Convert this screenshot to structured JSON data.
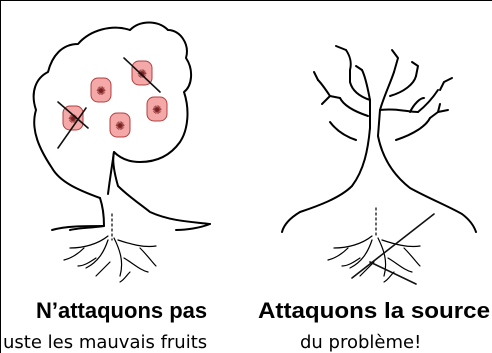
{
  "panel_left": {
    "title": "N’attaquons pas",
    "subtitle": "uste les mauvais fruits",
    "fruit_color": "#f4a8a8",
    "fruit_outline": "#b04040"
  },
  "panel_right": {
    "title": "Attaquons la source",
    "subtitle": "du problème!"
  },
  "colors": {
    "background": "#ffffff",
    "ink": "#000000",
    "frame": "#000000"
  }
}
